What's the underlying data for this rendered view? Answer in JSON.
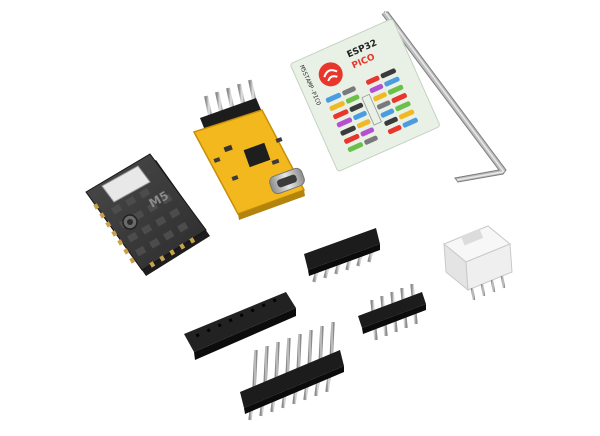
{
  "product_photo": {
    "colors": {
      "background": "#ffffff",
      "pcb_yellow": "#f2b81d",
      "module_dark": "#3a3a3a",
      "pin_black": "#1c1c1c",
      "pin_metal": "#c9c9c9",
      "sticker_bg": "#e6f0e4",
      "connector_white": "#f2f2f2",
      "wrench_metal": "#b8b8b8",
      "espressif_red": "#e8362c"
    },
    "module": {
      "brand_text": "M5"
    },
    "pinout_sticker": {
      "title_text": "ESP32",
      "model_text": "PICO",
      "side_text": "M5STAMP-PICO"
    },
    "usb_board": {
      "connector": "USB-C"
    },
    "pin_headers": [
      {
        "name": "header-small-top",
        "pin_count": 5
      },
      {
        "name": "header-long-left",
        "pin_count": 8
      },
      {
        "name": "header-right",
        "pin_count": 5
      },
      {
        "name": "header-long-bottom",
        "pin_count": 8
      }
    ],
    "icons": {
      "espressif_logo": "espressif-logo-icon"
    }
  }
}
